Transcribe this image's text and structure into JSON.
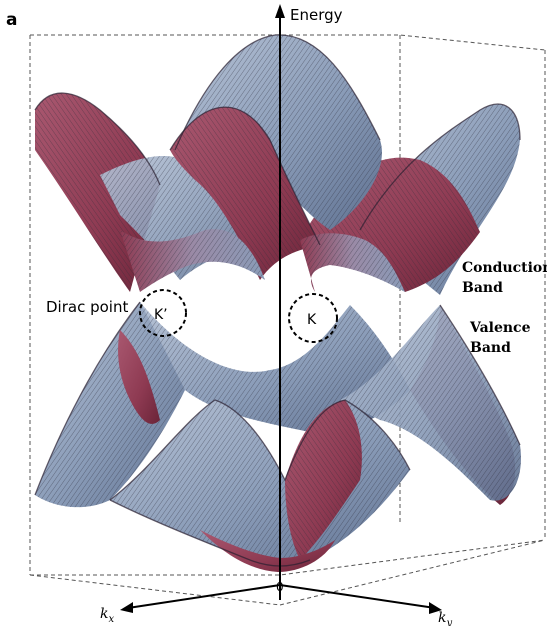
{
  "figure": {
    "panel_label": "a",
    "axis_energy": "Energy",
    "axis_kx": "k",
    "axis_kx_sub": "x",
    "axis_ky": "k",
    "axis_ky_sub": "y",
    "origin": "0",
    "point_K_prime": "K’",
    "point_K": "K",
    "dirac_point": "Dirac point",
    "conduction_band": "Conduction Band",
    "valence_band": "Valence Band"
  },
  "colors": {
    "band_blue": "#8a9cb8",
    "band_red": "#8e3a52",
    "mesh_line": "#2c2c3a",
    "axis": "#000000",
    "box_dash": "#555555"
  }
}
